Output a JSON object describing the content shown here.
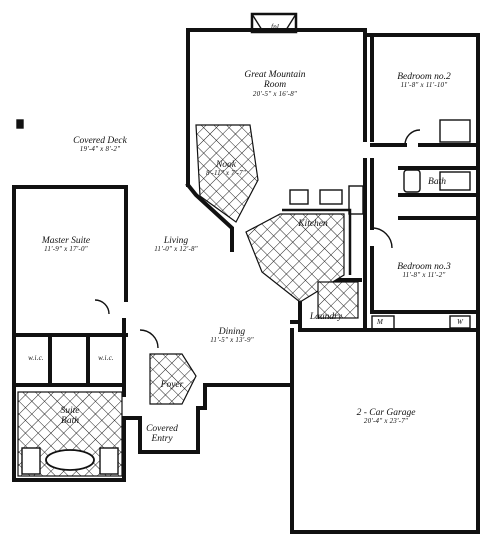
{
  "rooms": {
    "great_room": {
      "name_line1": "Great Mountain",
      "name_line2": "Room",
      "dims": "20'-5\" x 16'-8\""
    },
    "bedroom2": {
      "name": "Bedroom no.2",
      "dims": "11'-8\" x 11'-10\""
    },
    "covered_deck": {
      "name": "Covered Deck",
      "dims": "19'-4\" x 8'-2\""
    },
    "nook": {
      "name": "Nook",
      "dims": "8'-11\" x 7'-7\""
    },
    "bath": {
      "name": "Bath"
    },
    "kitchen": {
      "name": "Kitchen"
    },
    "master_suite": {
      "name": "Master Suite",
      "dims": "11'-9\" x 17'-0\""
    },
    "living": {
      "name": "Living",
      "dims": "11'-0\" x 12'-8\""
    },
    "bedroom3": {
      "name": "Bedroom no.3",
      "dims": "11'-8\" x 11'-2\""
    },
    "laundry": {
      "name": "Laundry"
    },
    "dining": {
      "name": "Dining",
      "dims": "11'-5\" x 13'-9\""
    },
    "wic_left": {
      "name": "w.i.c."
    },
    "wic_right": {
      "name": "w.i.c."
    },
    "foyer": {
      "name": "Foyer"
    },
    "garage": {
      "name": "2 - Car Garage",
      "dims": "20'-4\" x 23'-7\""
    },
    "suite_bath": {
      "name": "Suite",
      "name2": "Bath"
    },
    "covered_entry": {
      "name": "Covered",
      "name2": "Entry"
    }
  },
  "fireplace_label": "fpl.",
  "mech_labels": {
    "m": "M",
    "w": "W"
  }
}
